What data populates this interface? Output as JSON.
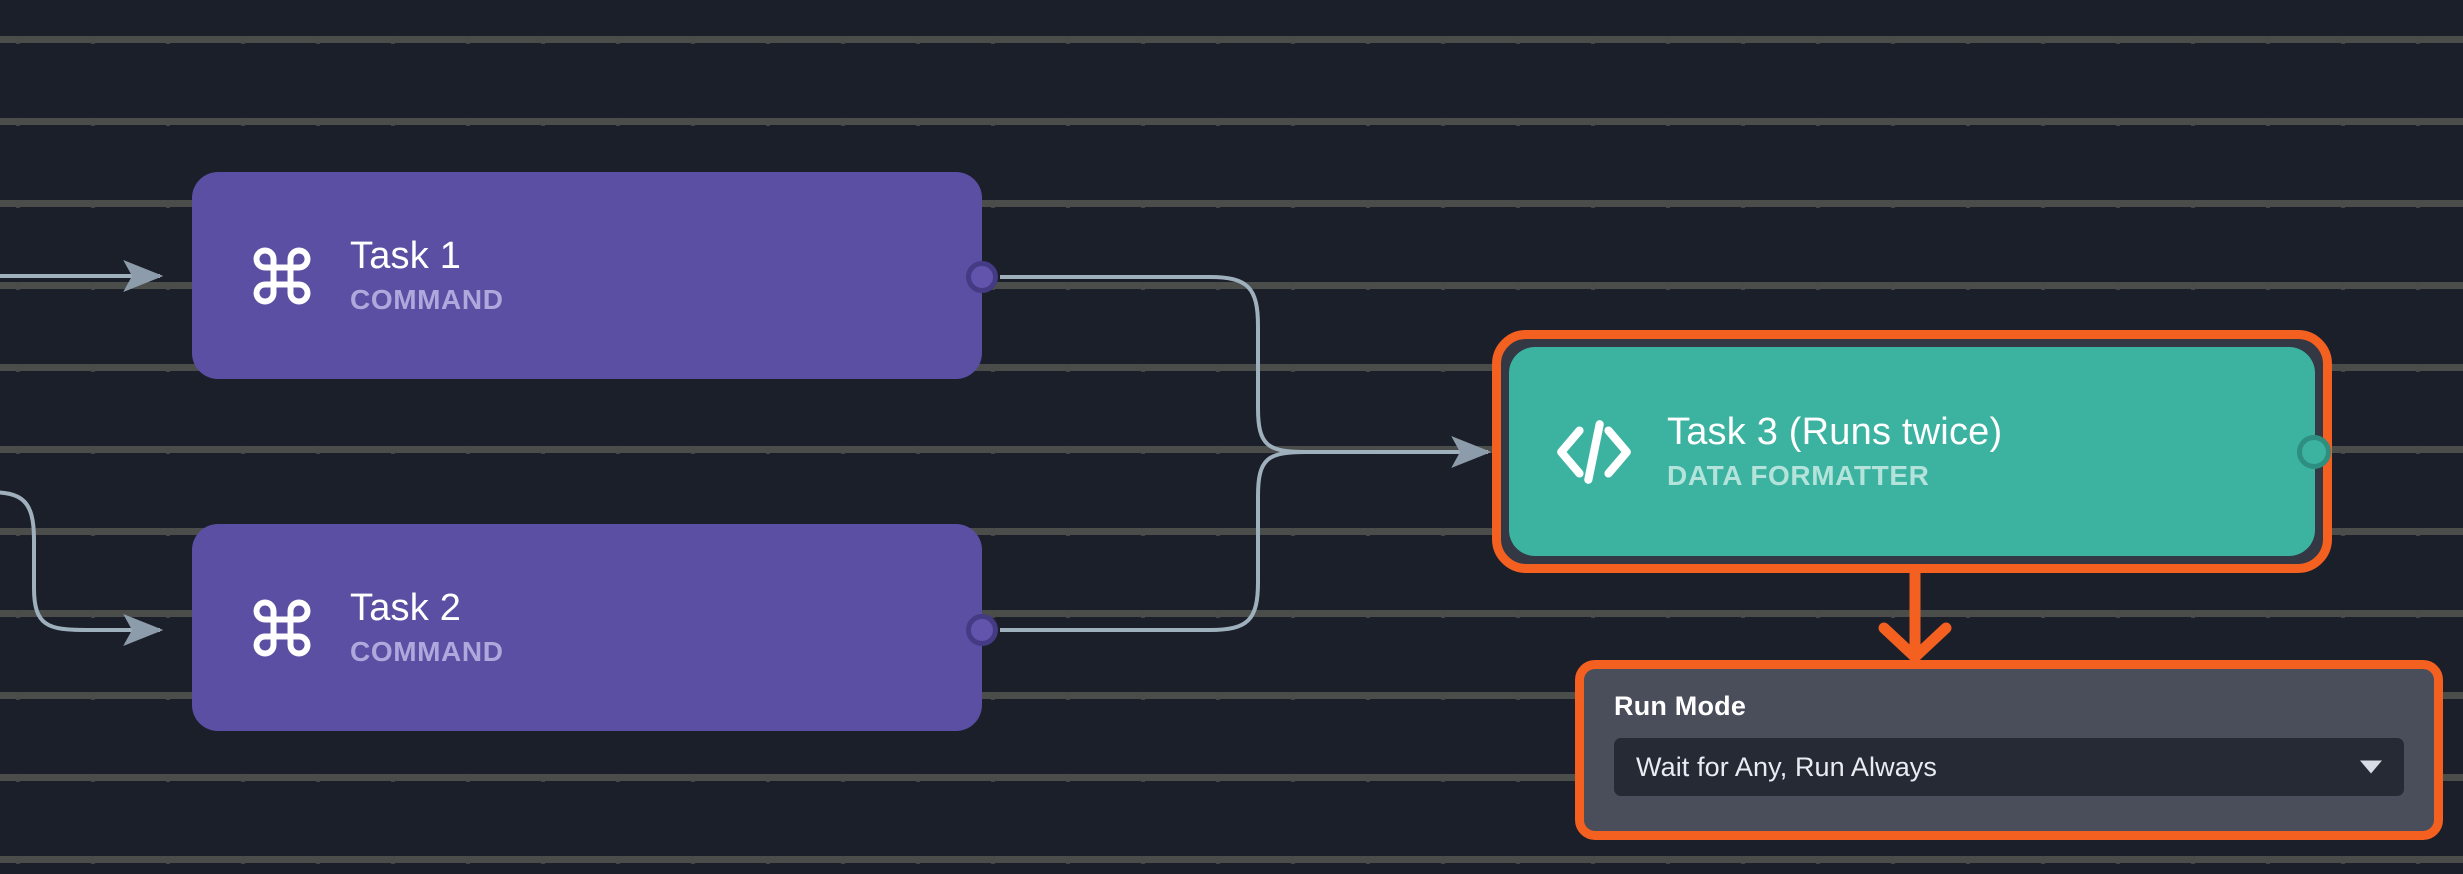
{
  "canvas": {
    "background_color": "#1b1f2a",
    "grid_dot_color": "#4a4d4a"
  },
  "colors": {
    "node_purple": "#5a4fa3",
    "node_teal": "#3bb3a0",
    "highlight_orange": "#f4601f",
    "edge_gray": "#9fb0bd",
    "panel_gray": "#4a4e5a",
    "select_dark": "#262a35"
  },
  "nodes": [
    {
      "id": "task-1",
      "title": "Task 1",
      "subtitle": "COMMAND",
      "icon": "command-icon",
      "type": "purple"
    },
    {
      "id": "task-2",
      "title": "Task 2",
      "subtitle": "COMMAND",
      "icon": "command-icon",
      "type": "purple"
    },
    {
      "id": "task-3",
      "title": "Task 3 (Runs twice)",
      "subtitle": "DATA FORMATTER",
      "icon": "code-brackets-icon",
      "type": "teal",
      "highlighted": true
    }
  ],
  "run_mode_panel": {
    "label": "Run Mode",
    "selected_value": "Wait for Any, Run Always",
    "caret": "chevron-down-icon",
    "highlighted": true
  }
}
